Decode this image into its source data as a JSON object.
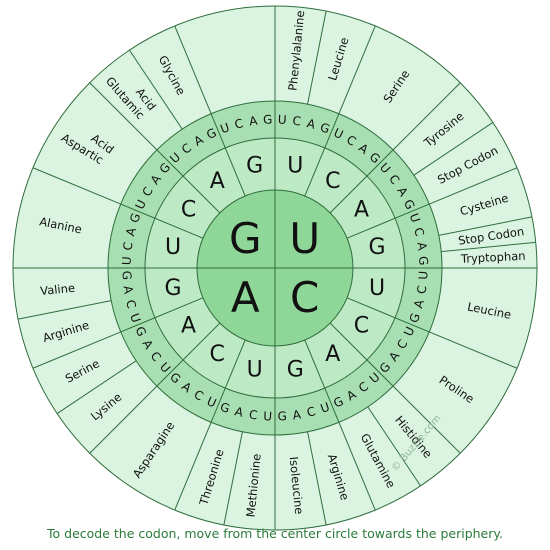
{
  "center_letters": [
    "G",
    "U",
    "A",
    "C"
  ],
  "second_ring": {
    "U": [
      "U",
      "C",
      "A",
      "G"
    ],
    "C": [
      "U",
      "C",
      "A",
      "G"
    ],
    "A": [
      "U",
      "C",
      "A",
      "G"
    ],
    "G": [
      "U",
      "C",
      "A",
      "G"
    ]
  },
  "third_ring": [
    "U",
    "C",
    "A",
    "G"
  ],
  "amino_acids": [
    "Phenylalanine",
    "Leucine",
    "Serine",
    "Tyrosine",
    "Stop Codon",
    "Cysteine",
    "Stop Codon",
    "Tryptophan",
    "Leucine",
    "Proline",
    "Histidine",
    "Glutamine",
    "Arginine",
    "Isoleucine",
    "Methionine",
    "Threonine",
    "Asparagine",
    "Lysine",
    "Serine",
    "Arginine",
    "Valine",
    "Alanine",
    "Aspartic Acid",
    "Glutamic Acid",
    "Glycine"
  ],
  "watermark": "© Buzzle.com",
  "caption": "To decode the codon, move from the center circle towards the periphery.",
  "colors": {
    "outer": "#dbf4e2",
    "ring_third": "#a8dfb2",
    "ring_second": "#bde9c5",
    "center": "#8fd699",
    "stroke": "#2f6e3c",
    "caption": "#2a7a3a"
  }
}
